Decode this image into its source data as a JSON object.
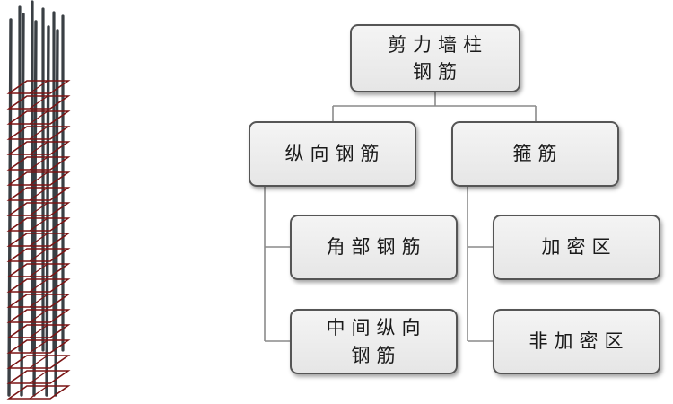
{
  "diagram": {
    "root": {
      "line1": "剪力墙柱",
      "line2": "钢筋"
    },
    "longitudinal": {
      "label": "纵向钢筋"
    },
    "stirrup": {
      "label": "箍筋"
    },
    "corner_bars": {
      "label": "角部钢筋"
    },
    "middle_bars": {
      "line1": "中间纵向",
      "line2": "钢筋"
    },
    "dense_zone": {
      "label": "加密区"
    },
    "non_dense_zone": {
      "label": "非加密区"
    }
  },
  "colors": {
    "node_border": "#555555",
    "node_fill": "#eeeeee",
    "connector": "#8a8a8a",
    "rebar_bar": "#3a3f44",
    "stirrup_ring": "#7a1414"
  },
  "illustration": {
    "icon": "rebar-column-3d-icon"
  }
}
